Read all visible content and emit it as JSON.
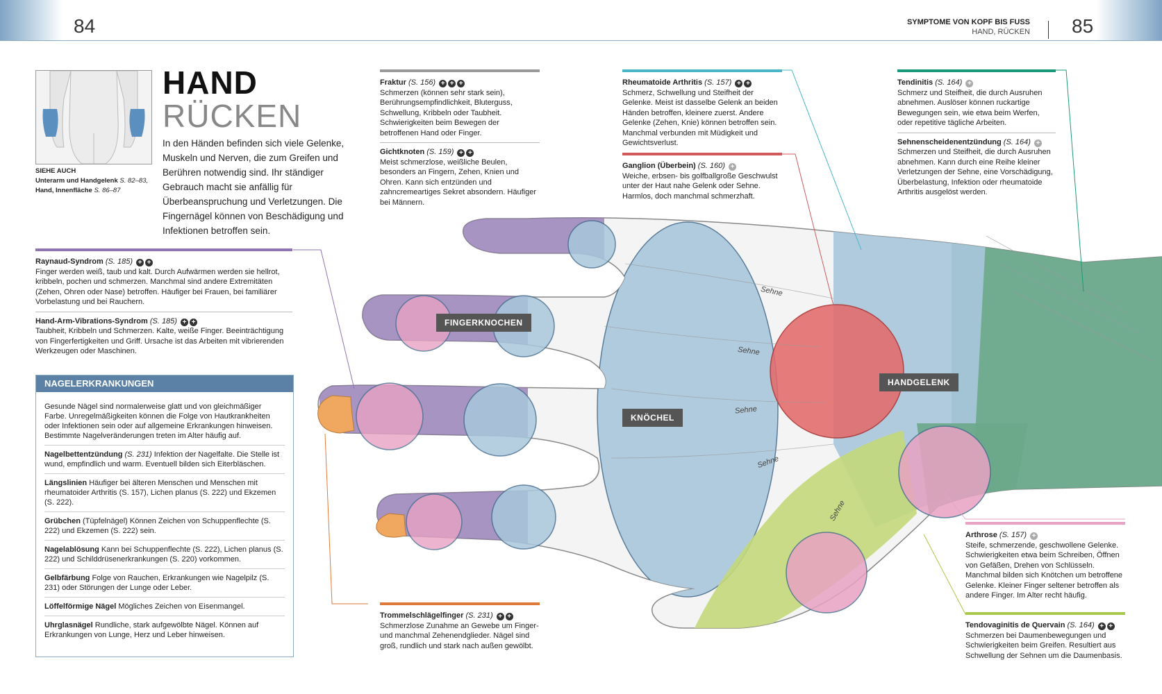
{
  "header": {
    "page_left": "84",
    "page_right": "85",
    "title": "SYMPTOME VON KOPF BIS FUSS",
    "subtitle": "HAND, RÜCKEN"
  },
  "title": {
    "line1": "HAND",
    "line2": "RÜCKEN"
  },
  "see_also": {
    "label": "SIEHE AUCH",
    "line1": "Unterarm und Handgelenk",
    "line1_ref": "S. 82–83,",
    "line2": "Hand, Innenfläche",
    "line2_ref": "S. 86–87"
  },
  "intro": "In den Händen befinden sich viele Gelenke, Muskeln und Nerven, die zum Greifen und Berühren notwendig sind. Ihr ständiger Gebrauch macht sie anfällig für Überbeanspruchung und Verletzungen. Die Fingernägel können von Beschädigung und Infektionen betroffen sein.",
  "boxes": {
    "raynaud": {
      "title": "Raynaud-Syndrom",
      "ref": "(S. 185)",
      "text": "Finger werden weiß, taub und kalt. Durch Aufwärmen werden sie hellrot, kribbeln, pochen und schmerzen. Manchmal sind andere Extremitäten (Zehen, Ohren oder Nase) betroffen. Häufiger bei Frauen, bei familiärer Vorbelastung und bei Rauchern."
    },
    "vibration": {
      "title": "Hand-Arm-Vibrations-Syndrom",
      "ref": "(S. 185)",
      "text": "Taubheit, Kribbeln und Schmerzen. Kalte, weiße Finger. Beeinträchtigung von Fingerfertigkeiten und Griff. Ursache ist das Arbeiten mit vibrierenden Werkzeugen oder Maschinen."
    },
    "fraktur": {
      "title": "Fraktur",
      "ref": "(S. 156)",
      "text": "Schmerzen (können sehr stark sein), Berührungsempfindlichkeit, Bluterguss, Schwellung, Kribbeln oder Taubheit. Schwierigkeiten beim Bewegen der betroffenen Hand oder Finger."
    },
    "gicht": {
      "title": "Gichtknoten",
      "ref": "(S. 159)",
      "text": "Meist schmerzlose, weißliche Beulen, besonders an Fingern, Zehen, Knien und Ohren. Kann sich entzünden und zahncremeartiges Sekret absondern. Häufiger bei Männern."
    },
    "rheuma": {
      "title": "Rheumatoide Arthritis",
      "ref": "(S. 157)",
      "text": "Schmerz, Schwellung und Steifheit der Gelenke. Meist ist dasselbe Gelenk an beiden Händen betroffen, kleinere zuerst. Andere Gelenke (Zehen, Knie) können betroffen sein. Manchmal verbunden mit Müdigkeit und Gewichtsverlust."
    },
    "ganglion": {
      "title": "Ganglion (Überbein)",
      "ref": "(S. 160)",
      "text": "Weiche, erbsen- bis golfballgroße Geschwulst unter der Haut nahe Gelenk oder Sehne. Harmlos, doch manchmal schmerzhaft."
    },
    "tendinitis": {
      "title": "Tendinitis",
      "ref": "(S. 164)",
      "text": "Schmerz und Steifheit, die durch Ausruhen abnehmen. Auslöser können ruckartige Bewegungen sein, wie etwa beim Werfen, oder repetitive tägliche Arbeiten."
    },
    "sehnenscheide": {
      "title": "Sehnenscheidenentzündung",
      "ref": "(S. 164)",
      "text": "Schmerzen und Steifheit, die durch Ausruhen abnehmen. Kann durch eine Reihe kleiner Verletzungen der Sehne, eine Vorschädigung, Überbelastung, Infektion oder rheumatoide Arthritis ausgelöst werden."
    },
    "trommel": {
      "title": "Trommelschlägelfinger",
      "ref": "(S. 231)",
      "text": "Schmerzlose Zunahme an Gewebe um Finger- und manchmal Zehenendglieder. Nägel sind groß, rundlich und stark nach außen gewölbt."
    },
    "arthrose": {
      "title": "Arthrose",
      "ref": "(S. 157)",
      "text": "Steife, schmerzende, geschwollene Gelenke. Schwierigkeiten etwa beim Schreiben, Öffnen von Gefäßen, Drehen von Schlüsseln. Manchmal bilden sich Knötchen um betroffene Gelenke. Kleiner Finger seltener betroffen als andere Finger. Im Alter recht häufig."
    },
    "quervain": {
      "title": "Tendovaginitis de Quervain",
      "ref": "(S. 164)",
      "text": "Schmerzen bei Daumenbewegungen und Schwierigkeiten beim Greifen. Resultiert aus Schwellung der Sehnen um die Daumenbasis."
    }
  },
  "nail": {
    "heading": "NAGELERKRANKUNGEN",
    "intro": "Gesunde Nägel sind normalerweise glatt und von gleichmäßiger Farbe. Unregelmäßigkeiten können die Folge von Hautkrankheiten oder Infektionen sein oder auf allgemeine Erkrankungen hinweisen. Bestimmte Nagelveränderungen treten im Alter häufig auf.",
    "items": [
      {
        "term": "Nagelbettentzündung",
        "ref": "(S. 231)",
        "text": "Infektion der Nagelfalte. Die Stelle ist wund, empfindlich und warm. Eventuell bilden sich Eiterbläschen."
      },
      {
        "term": "Längslinien",
        "ref": "",
        "text": "Häufiger bei älteren Menschen und Menschen mit rheumatoider Arthritis (S. 157), Lichen planus (S. 222) und Ekzemen (S. 222)."
      },
      {
        "term": "Grübchen",
        "ref": "",
        "text": "(Tüpfelnägel) Können Zeichen von Schuppenflechte (S. 222) und Ekzemen (S. 222) sein."
      },
      {
        "term": "Nagelablösung",
        "ref": "",
        "text": "Kann bei Schuppenflechte (S. 222), Lichen planus (S. 222) und Schilddrüsenerkrankungen (S. 220) vorkommen."
      },
      {
        "term": "Gelbfärbung",
        "ref": "",
        "text": "Folge von Rauchen, Erkrankungen wie Nagelpilz (S. 231) oder Störungen der Lunge oder Leber."
      },
      {
        "term": "Löffelförmige Nägel",
        "ref": "",
        "text": "Mögliches Zeichen von Eisenmangel."
      },
      {
        "term": "Uhrglasnägel",
        "ref": "",
        "text": "Rundliche, stark aufgewölbte Nägel. Können auf Erkrankungen von Lunge, Herz und Leber hinweisen."
      }
    ]
  },
  "labels": {
    "fingerknochen": "FINGERKNOCHEN",
    "knoechel": "KNÖCHEL",
    "handgelenk": "HANDGELENK",
    "sehne": "Sehne"
  },
  "colors": {
    "purple": "#8e74b3",
    "blue": "#a9c7dc",
    "pink": "#e8a2c3",
    "red": "#e36b6b",
    "green": "#6aa88a",
    "lime": "#c4d87a",
    "orange": "#f0a860",
    "header": "#5b82a6"
  }
}
